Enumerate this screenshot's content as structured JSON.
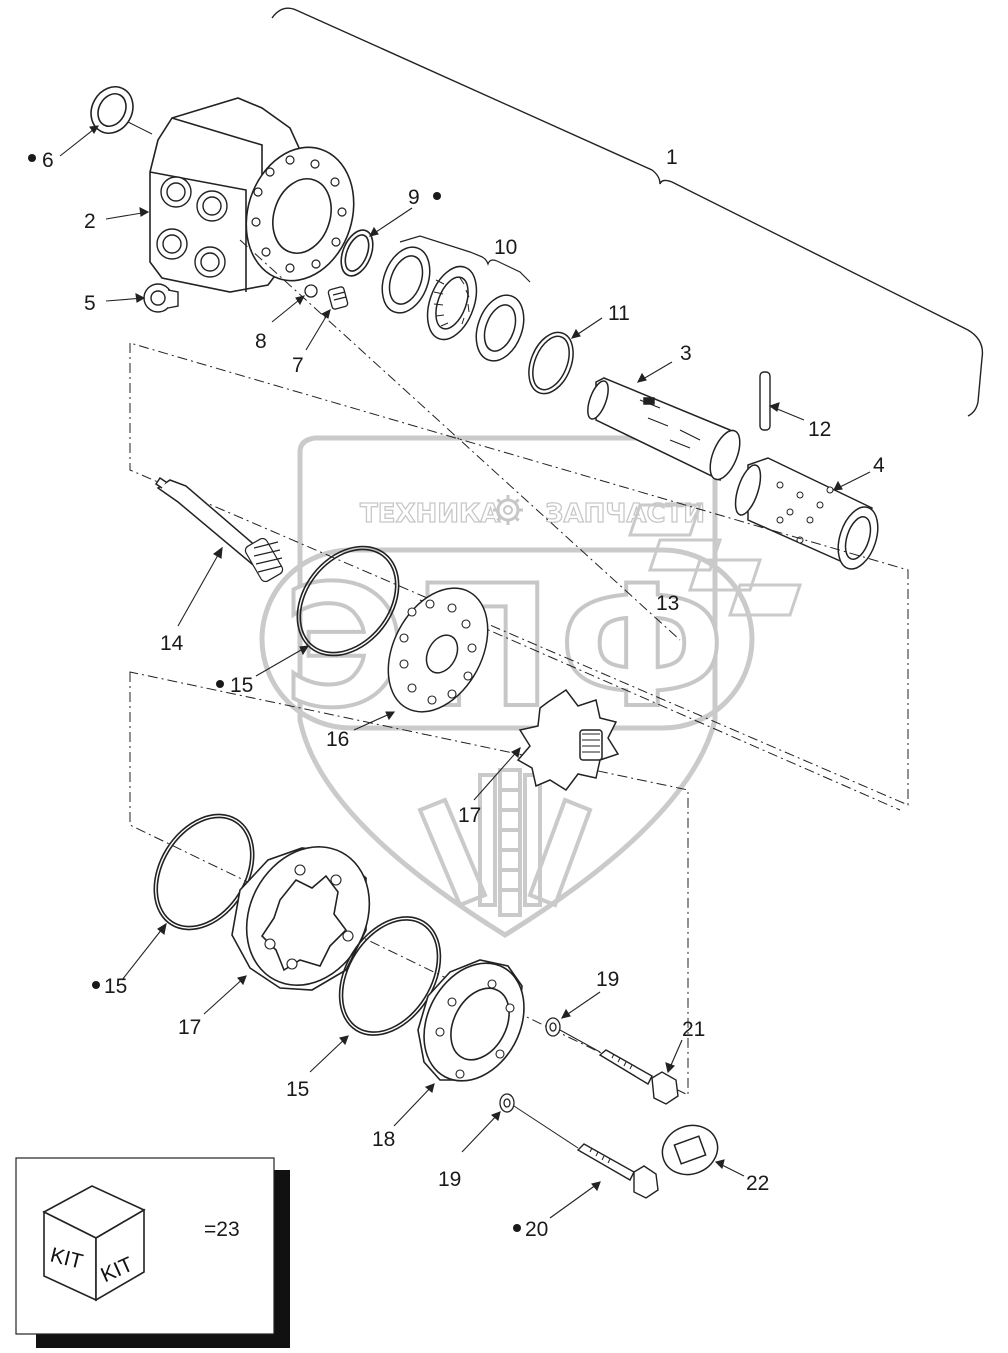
{
  "watermark": {
    "text_left": "ТЕХНИКА",
    "text_right": "ЗАПЧАСТИ",
    "logo": "ЭПФ",
    "gear": "gear-icon",
    "color": "#9a9a9a"
  },
  "callouts": {
    "c1": "1",
    "c2": "2",
    "c3": "3",
    "c4": "4",
    "c5": "5",
    "c6": "6",
    "c7": "7",
    "c8": "8",
    "c9": "9",
    "c10": "10",
    "c11": "11",
    "c12": "12",
    "c13": "13",
    "c14": "14",
    "c15a": "15",
    "c15b": "15",
    "c15c": "15",
    "c16": "16",
    "c17a": "17",
    "c17b": "17",
    "c18": "18",
    "c19a": "19",
    "c19b": "19",
    "c20": "20",
    "c21": "21",
    "c22": "22"
  },
  "legend": {
    "kit_left": "KIT",
    "kit_right": "KIT",
    "kit_value": "=23"
  },
  "colors": {
    "line": "#222222",
    "paper": "#ffffff"
  }
}
